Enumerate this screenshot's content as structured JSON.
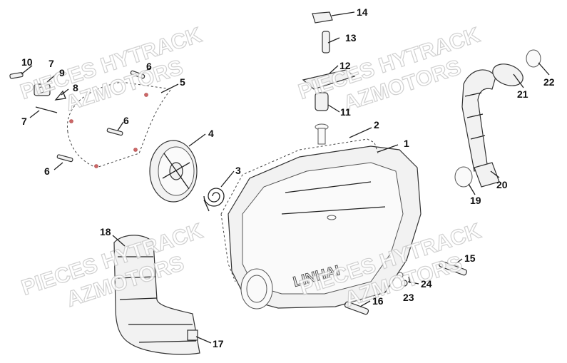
{
  "watermark": {
    "line1": "PIECES HYTRACK",
    "line2": "AZMOTORS"
  },
  "brand_embossed": "LINHAI",
  "callouts": [
    "1",
    "2",
    "3",
    "4",
    "5",
    "6",
    "7",
    "8",
    "9",
    "10",
    "11",
    "12",
    "13",
    "14",
    "15",
    "16",
    "17",
    "18",
    "19",
    "20",
    "21",
    "22",
    "23",
    "24"
  ],
  "colors": {
    "line": "#222222",
    "watermark_stroke": "#c9c9c9",
    "background": "#ffffff"
  }
}
